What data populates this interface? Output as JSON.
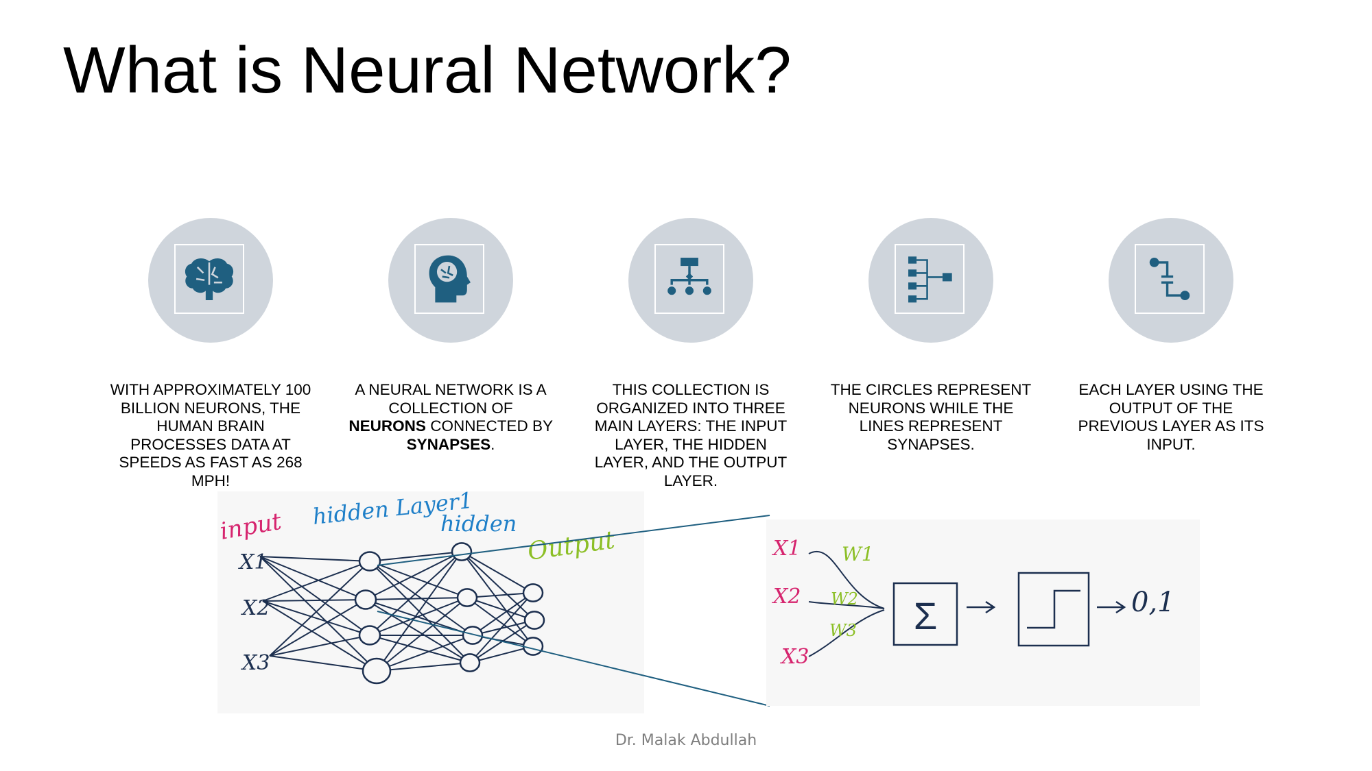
{
  "slide": {
    "title": "What is Neural Network?",
    "footer": "Dr. Malak Abdullah"
  },
  "columns": [
    {
      "icon": "brain-icon",
      "text": "With approximately 100 billion neurons, the human brain processes data at speeds as fast as 268 mph!"
    },
    {
      "icon": "head-brain-icon",
      "pre": "A neural network is a collection of ",
      "bold1": "neurons",
      "mid": " connected by ",
      "bold2": "synapses",
      "post": "."
    },
    {
      "icon": "hierarchy-icon",
      "text": "This collection is organized into three main layers: the input layer, the hidden layer, and the output layer."
    },
    {
      "icon": "flowchart-icon",
      "text": "The circles represent neurons while the lines represent synapses."
    },
    {
      "icon": "connector-icon",
      "text": "Each layer using the output of the previous layer as its input."
    }
  ],
  "network_sketch": {
    "input_label": "input",
    "hidden1_label": "hidden Layer1",
    "hidden2_label": "hidden",
    "output_label": "Output",
    "x_labels": [
      "X1",
      "X2",
      "X3"
    ]
  },
  "neuron_sketch": {
    "x_labels": [
      "X1",
      "X2",
      "X3"
    ],
    "w_labels": [
      "W1",
      "W2",
      "W3"
    ],
    "sum_symbol": "Σ",
    "output": "0,1"
  },
  "colors": {
    "icon_circle": "#cfd5dc",
    "icon_fill": "#1f5f80",
    "ink_dark": "#1c2f4f",
    "ink_magenta": "#d6246e",
    "ink_blue": "#1e7fc8",
    "ink_green": "#8cbf26"
  }
}
